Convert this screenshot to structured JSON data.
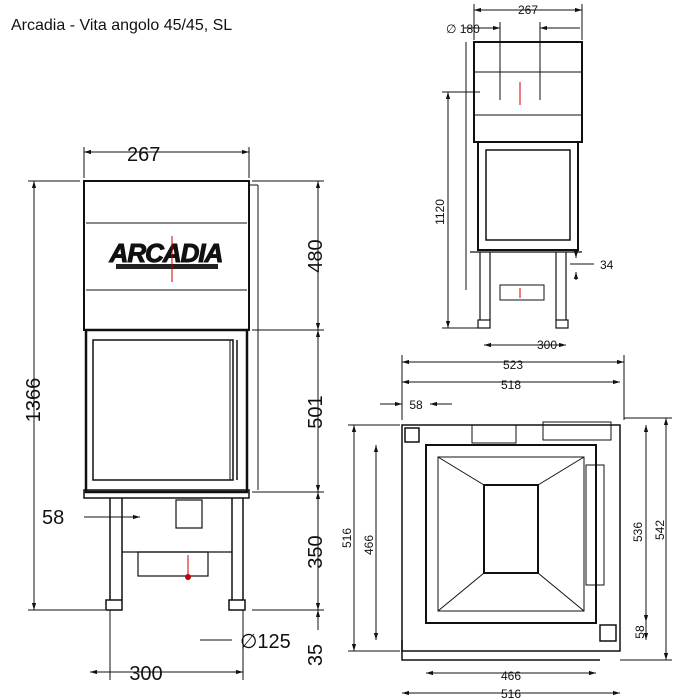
{
  "title": "Arcadia - Vita angolo 45/45, SL",
  "logo": {
    "brand": "ARCADIA"
  },
  "front_view": {
    "dims": {
      "top_width": "267",
      "total_height": "1366",
      "upper_height": "480",
      "door_height": "501",
      "lower_height": "350",
      "foot_height": "35",
      "left_offset": "58",
      "flue_diameter": "∅125",
      "base_width": "300"
    }
  },
  "side_view": {
    "dims": {
      "flue_diameter": "∅ 180",
      "top_width": "267",
      "height": "1120",
      "gap": "34",
      "base_width": "300"
    }
  },
  "plan_view": {
    "dims": {
      "outer_width": "523",
      "inner_width": "518",
      "top_offset": "58",
      "left_outer": "516",
      "left_inner": "466",
      "right_inner": "536",
      "right_outer": "542",
      "right_offset": "58",
      "bottom_inner": "466",
      "bottom_outer": "516"
    }
  }
}
